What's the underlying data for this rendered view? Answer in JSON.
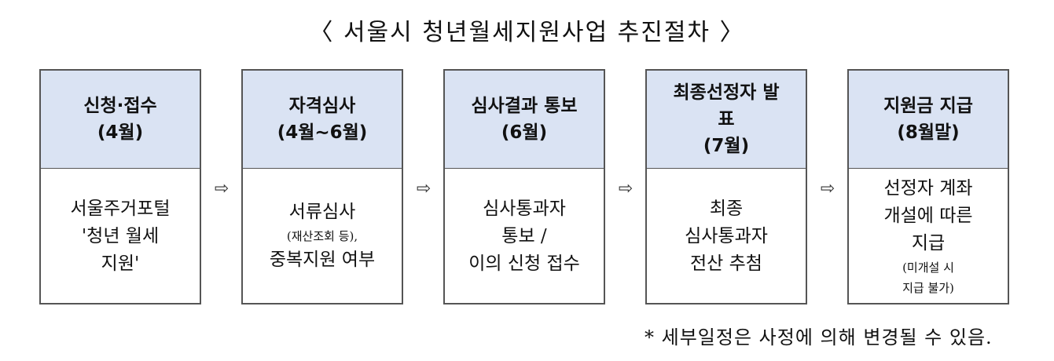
{
  "title": "〈 서울시 청년월세지원사업 추진절차 〉",
  "steps": [
    {
      "head": [
        "신청·접수",
        "(4월)"
      ],
      "body": [
        "서울주거포털",
        "'청년 월세",
        "지원'"
      ]
    },
    {
      "head": [
        "자격심사",
        "(4월~6월)"
      ],
      "body": [
        "서류심사",
        "(재산조회 등),",
        "중복지원 여부"
      ]
    },
    {
      "head": [
        "심사결과 통보",
        "(6월)"
      ],
      "body": [
        "심사통과자",
        "통보 /",
        "이의 신청 접수"
      ]
    },
    {
      "head": [
        "최종선정자 발",
        "표",
        "(7월)"
      ],
      "body": [
        "최종",
        "심사통과자",
        "전산 추첨"
      ]
    },
    {
      "head": [
        "지원금 지급",
        "(8월말)"
      ],
      "body": [
        "선정자 계좌",
        "개설에 따른",
        "지급",
        "(미개설 시",
        "지급 불가)"
      ]
    }
  ],
  "arrow_icon": "⇨",
  "note": "* 세부일정은 사정에 의해 변경될 수 있음."
}
